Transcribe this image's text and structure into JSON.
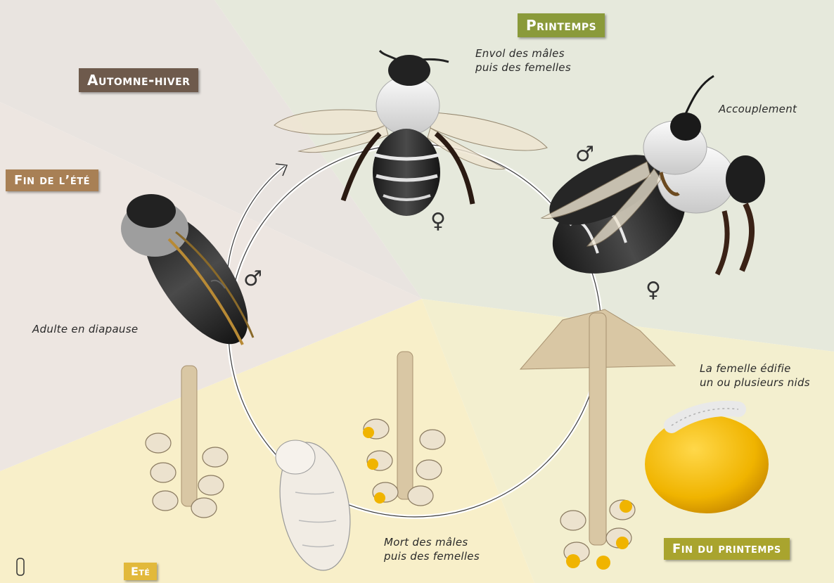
{
  "seasons": {
    "printemps": {
      "label": "Printemps",
      "color": "#8a9a3a"
    },
    "automne_hiver": {
      "label": "Automne-hiver",
      "color": "#6e5a4c"
    },
    "fin_ete": {
      "label": "Fin de l’été",
      "color": "#a88055"
    },
    "ete": {
      "label": "Eté",
      "color": "#e2b93b"
    },
    "fin_printemps": {
      "label": "Fin du printemps",
      "color": "#a9a42e"
    }
  },
  "captions": {
    "envol": {
      "line1": "Envol des mâles",
      "line2": "puis des femelles"
    },
    "accouplement": "Accouplement",
    "diapause": "Adulte en diapause",
    "nid": {
      "line1": "La femelle édifie",
      "line2": "un ou plusieurs nids"
    },
    "mort": {
      "line1": "Mort des mâles",
      "line2": "puis des femelles"
    }
  },
  "symbols": {
    "male": "♂",
    "female": "♀"
  },
  "colors": {
    "autumn_bg": "#e9e4e0",
    "late_summer_bg": "#ede6e1",
    "spring_bg": "#e6e9dc",
    "summer_bg": "#f8efc9",
    "late_spring_bg": "#f3efcf",
    "soil": "#d9c7a4",
    "pollen": "#f0b400"
  }
}
